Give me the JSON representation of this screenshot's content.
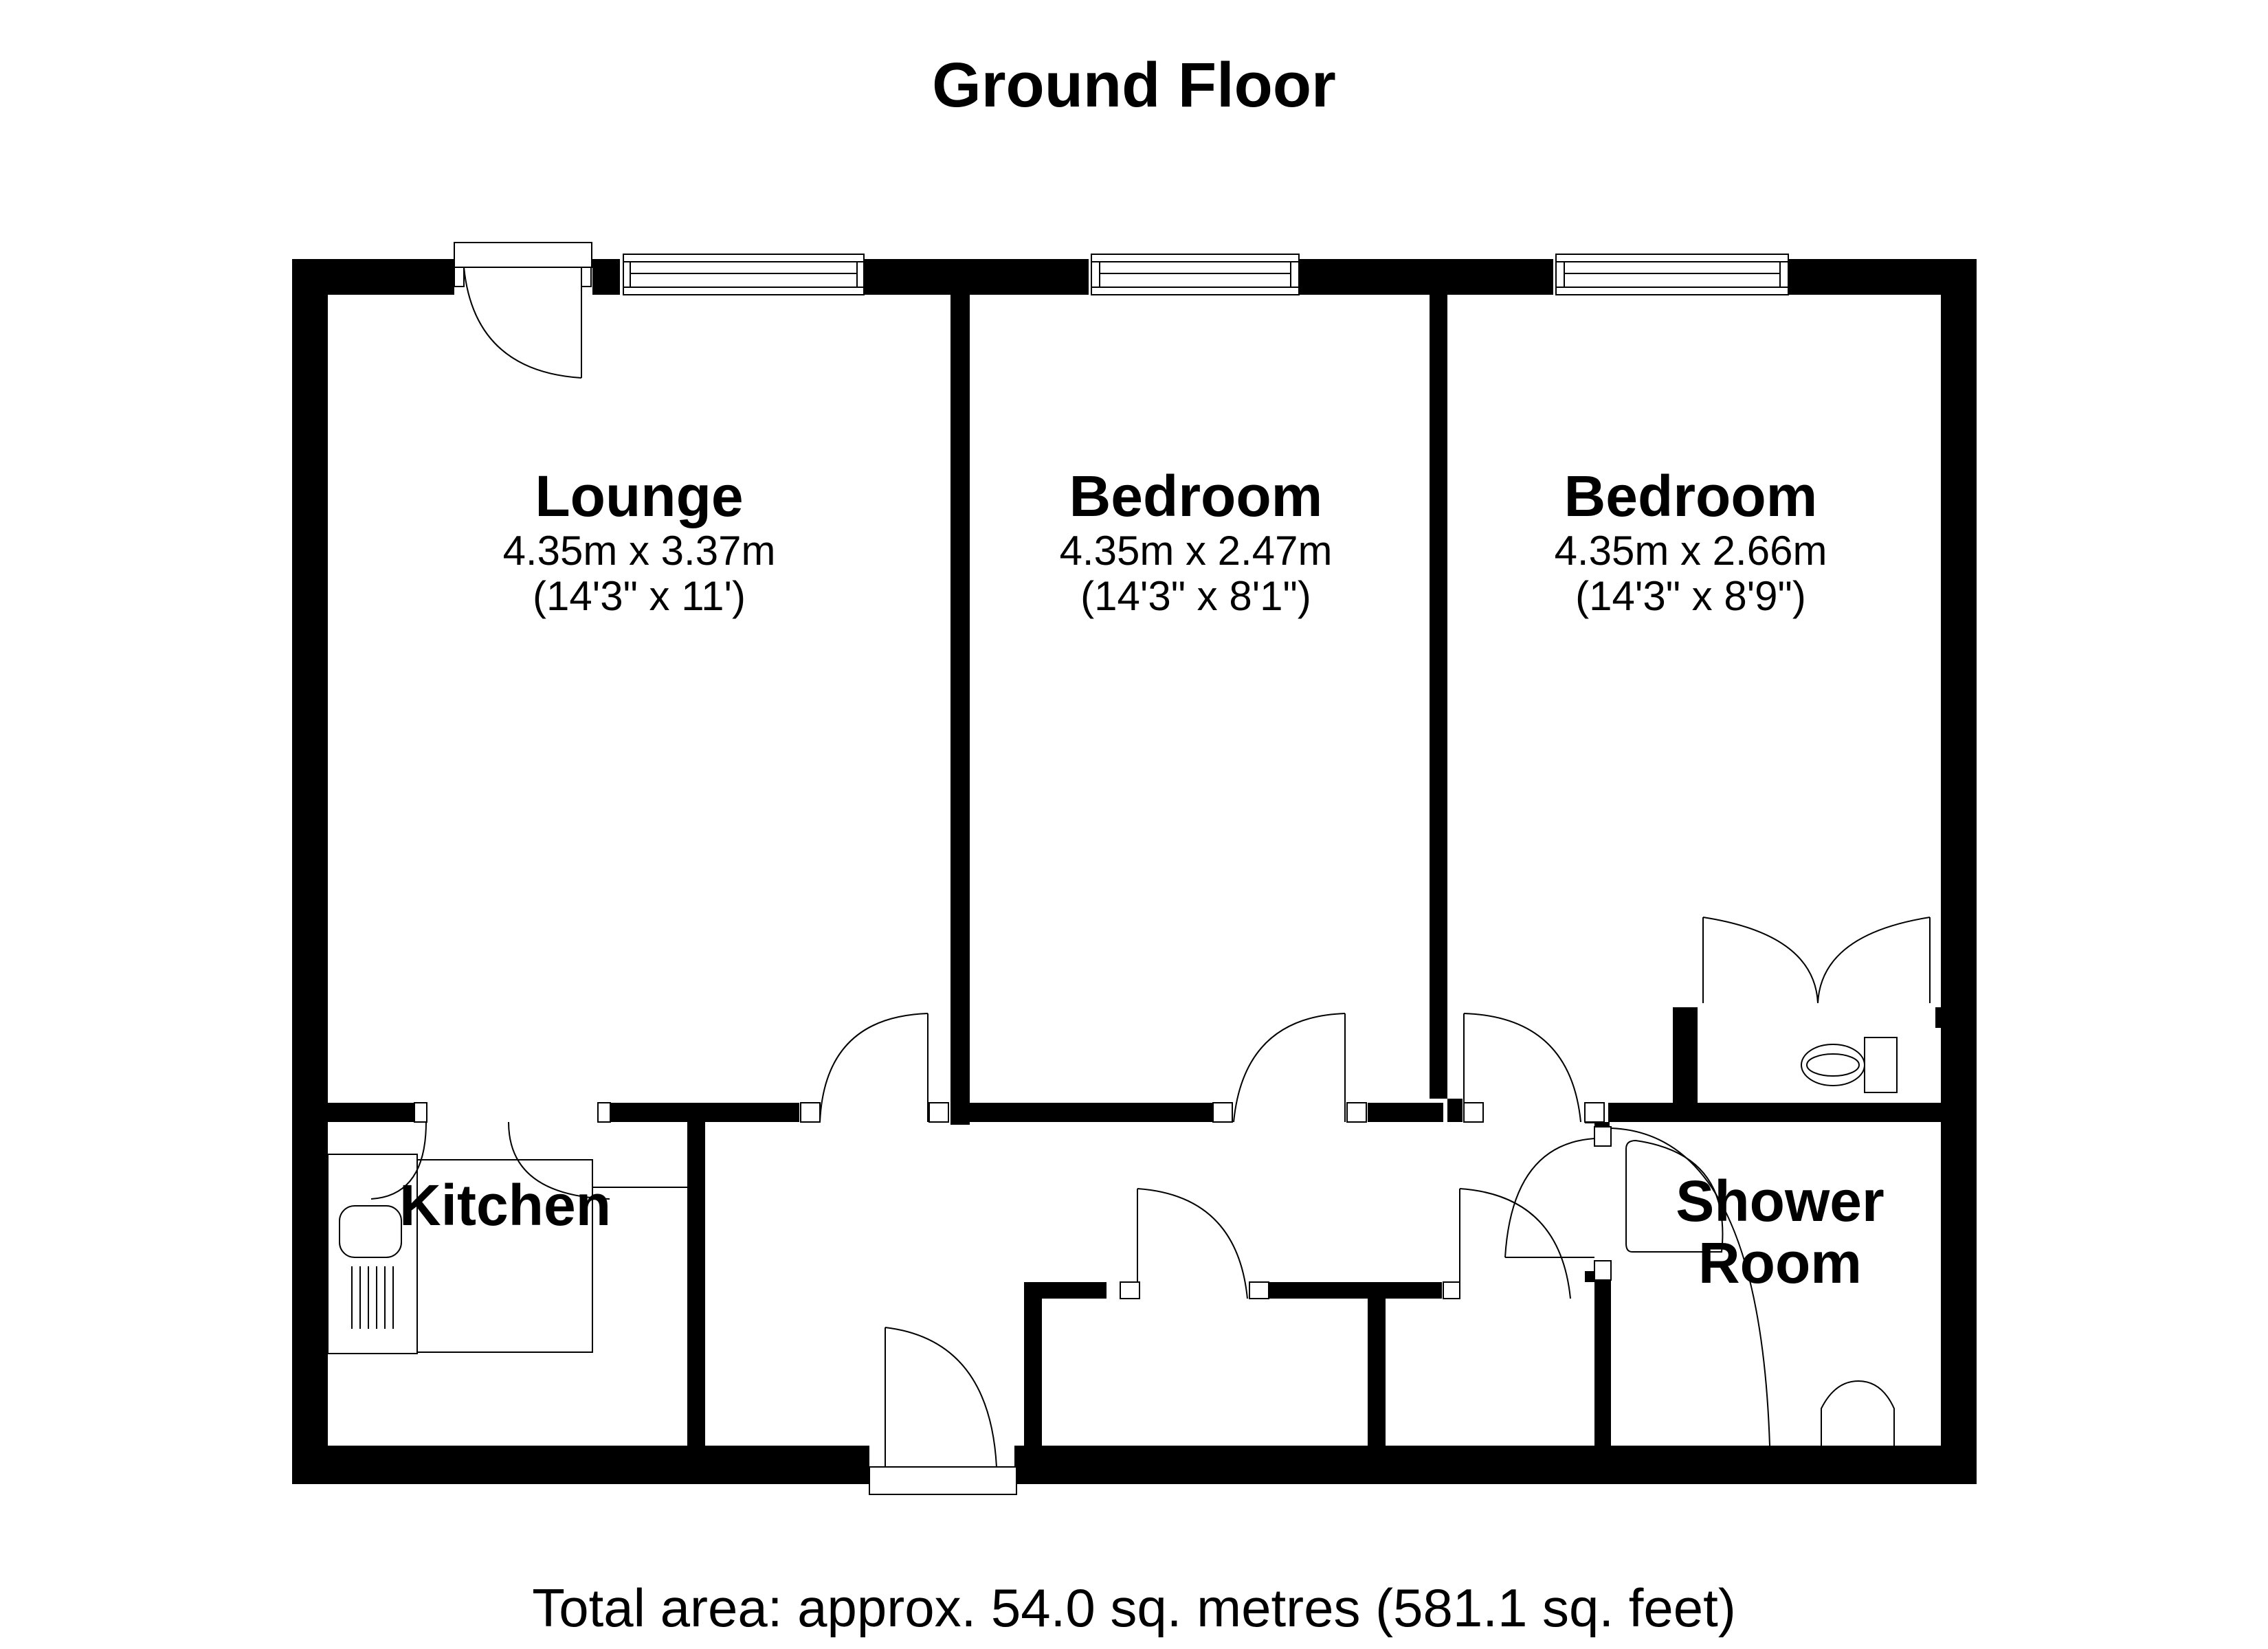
{
  "plan": {
    "title": "Ground Floor",
    "total_area": "Total area: approx. 54.0 sq. metres (581.1 sq. feet)"
  },
  "rooms": [
    {
      "name": "Lounge",
      "metric": "4.35m x 3.37m",
      "imperial": "(14'3\" x 11')"
    },
    {
      "name": "Bedroom",
      "metric": "4.35m x 2.47m",
      "imperial": "(14'3\" x 8'1\")"
    },
    {
      "name": "Bedroom",
      "metric": "4.35m x 2.66m",
      "imperial": "(14'3\" x 8'9\")"
    },
    {
      "name": "Kitchen"
    },
    {
      "name": "Shower\nRoom",
      "line1": "Shower",
      "line2": "Room"
    }
  ],
  "colors": {
    "wall": "#000000",
    "background": "#ffffff",
    "fixture_line": "#000000"
  }
}
